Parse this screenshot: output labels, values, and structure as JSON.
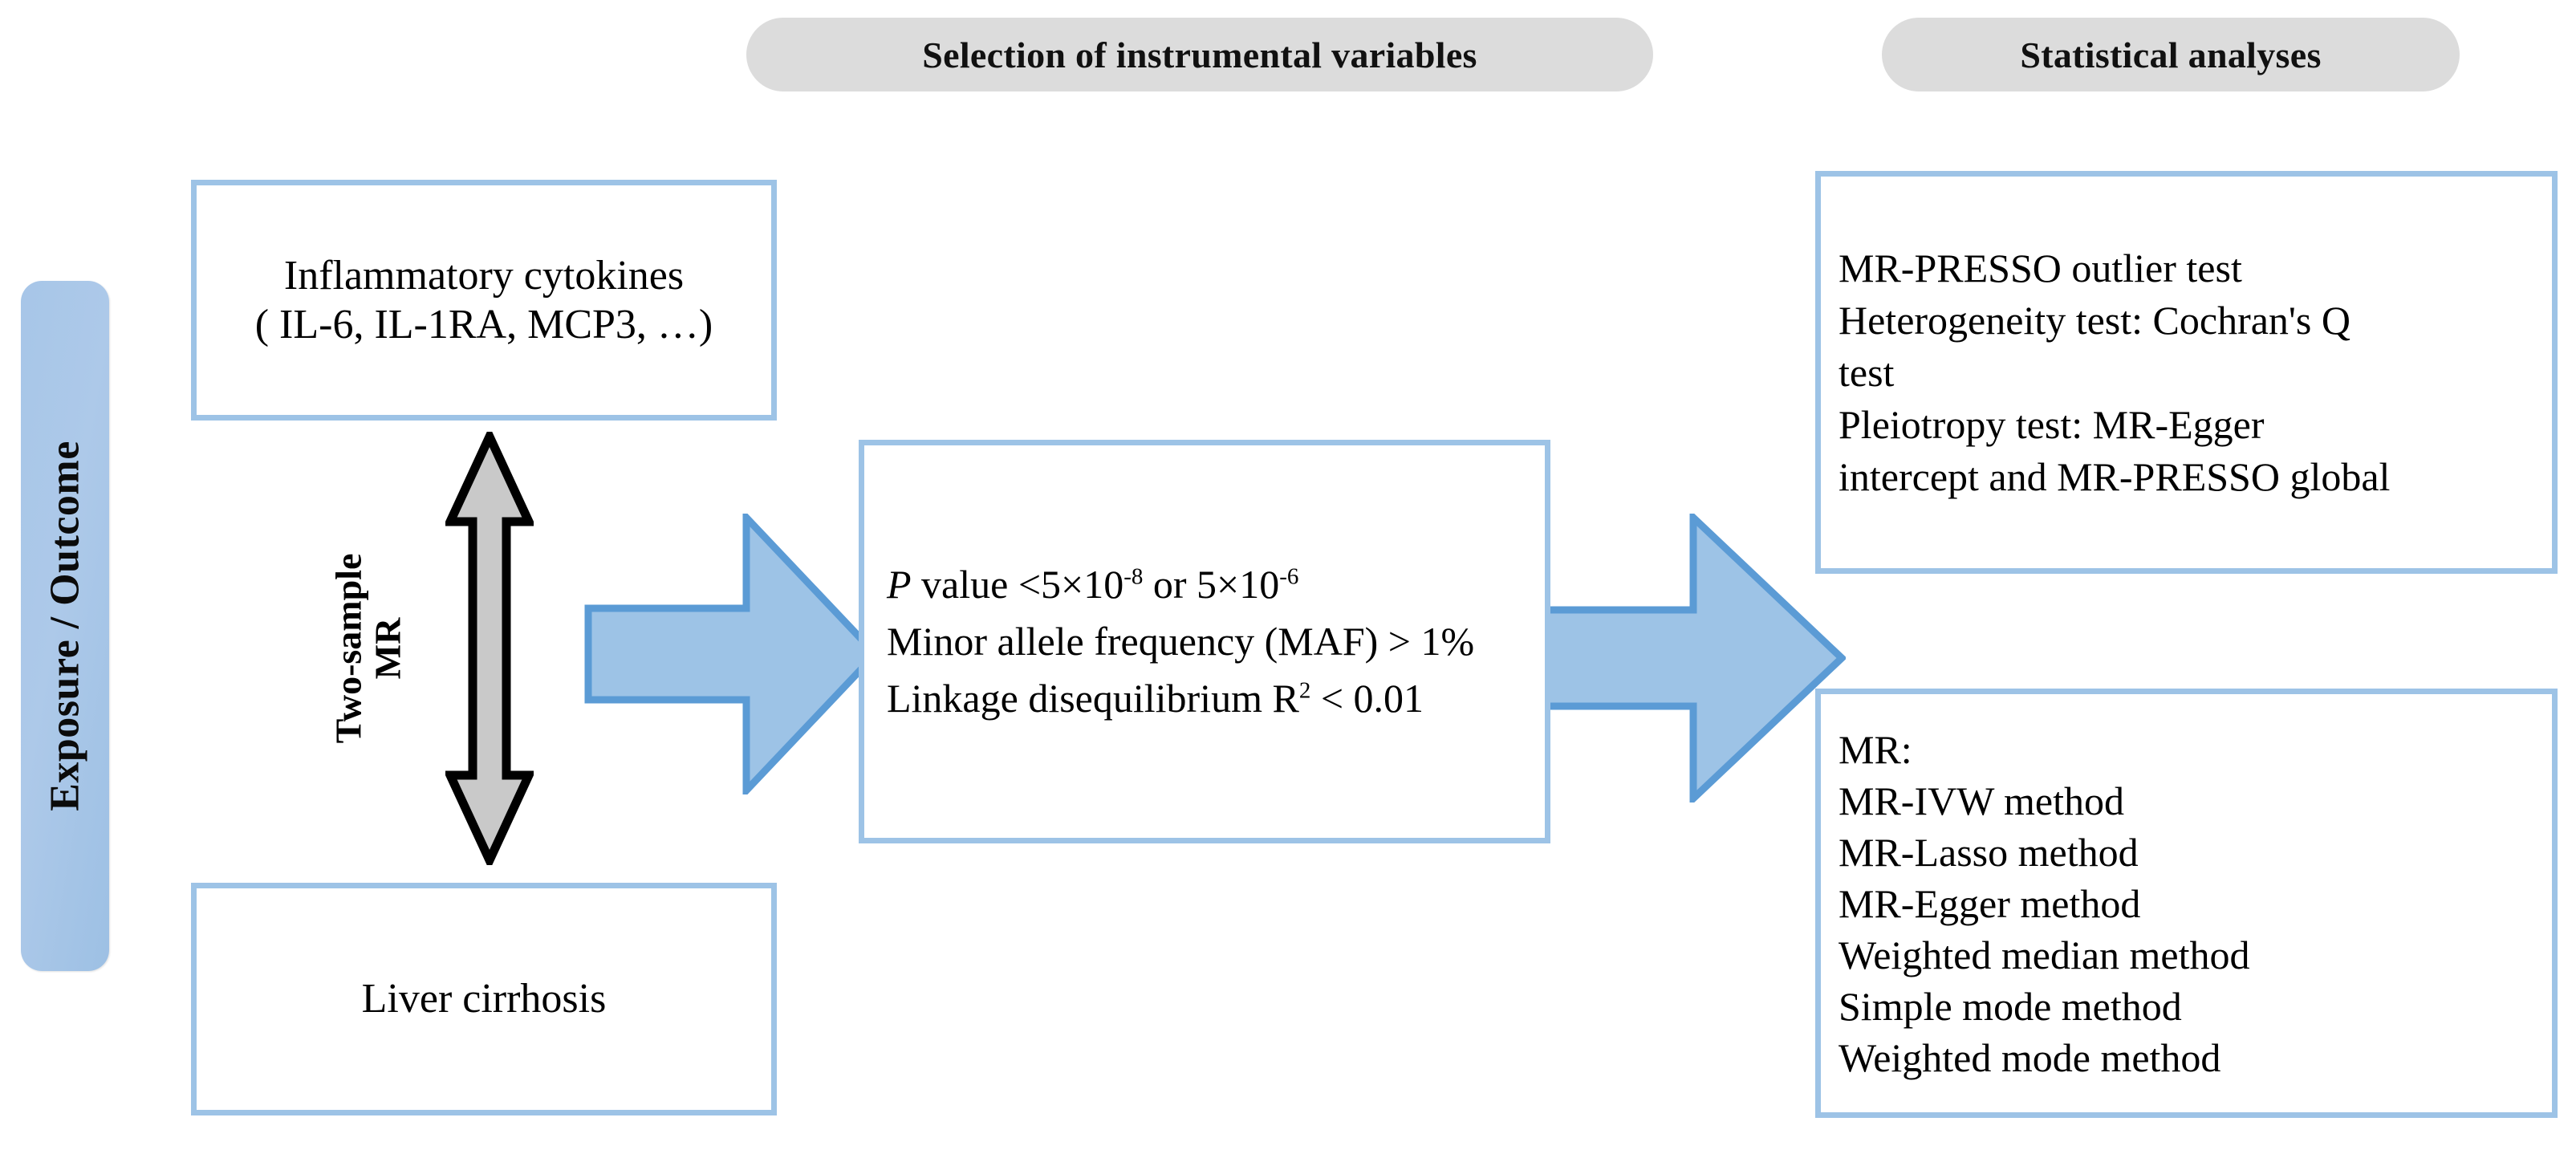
{
  "headers": {
    "selection": "Selection of instrumental variables",
    "statistics": "Statistical analyses"
  },
  "sidebar": {
    "vertical_label": "Exposure / Outcome",
    "color": "#a7c6e8"
  },
  "exposure_box": {
    "line1": "Inflammatory cytokines",
    "line2": "( IL-6, IL-1RA, MCP3, …)"
  },
  "outcome_box": {
    "label": "Liver cirrhosis"
  },
  "connector": {
    "label_line1": "Two-sample",
    "label_line2": "MR",
    "arrow_fill": "#c9c9c9",
    "arrow_stroke": "#000000"
  },
  "criteria_box": {
    "line1_prefix": "P",
    "line1_rest": " value <5×10",
    "line1_sup1": "-8",
    "line1_mid": " or 5×10",
    "line1_sup2": "-6",
    "line2": "Minor allele frequency (MAF) > 1%",
    "line3_pre": "Linkage disequilibrium R",
    "line3_sup": "2",
    "line3_post": " < 0.01"
  },
  "tests_box": {
    "lines": [
      "MR-PRESSO outlier test",
      "Heterogeneity test: Cochran's Q",
      "test",
      "Pleiotropy test: MR-Egger",
      "intercept and MR-PRESSO global"
    ]
  },
  "methods_box": {
    "lines": [
      "MR:",
      "MR-IVW method",
      "MR-Lasso method",
      "MR-Egger method",
      "Weighted median method",
      "Simple mode method",
      "Weighted mode method"
    ]
  },
  "arrows": {
    "fill": "#9dc3e6",
    "stroke": "#5b9bd5",
    "arrow1_name": "exposure-to-criteria",
    "arrow2_name": "criteria-to-analyses"
  },
  "palette": {
    "box_border": "#9dc3e6",
    "pill_bg": "#dcdcdc",
    "page_bg": "#ffffff"
  }
}
